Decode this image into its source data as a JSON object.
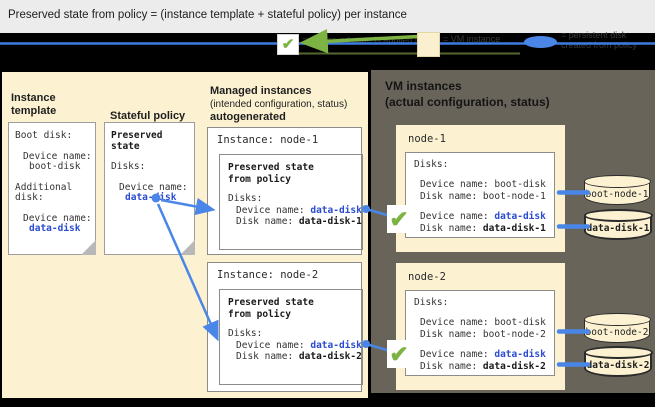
{
  "title": "Preserved state from policy = (instance template + stateful policy) per instance",
  "glyphs": {
    "check": "✔"
  },
  "legend": {
    "items": [
      {
        "icon": "check-arrow",
        "label": "= preserved state is applied to a VM"
      },
      {
        "icon": "vm-box",
        "label": "= VM instance"
      },
      {
        "icon": "disk-oval",
        "label": "= persistent disk created from policy"
      }
    ]
  },
  "instance_template": {
    "heading": "Instance template",
    "card": {
      "line1": "Boot disk:",
      "line2": "Device name:",
      "line3": "boot-disk",
      "line4": "Additional",
      "line5": "disk:",
      "line6": "Device name:",
      "line7": "data-disk"
    }
  },
  "stateful_policy": {
    "heading": "Stateful policy",
    "card": {
      "title1": "Preserved",
      "title2": "state",
      "disks_label": "Disks:",
      "device_label": "Device name:",
      "device_value": "data-disk"
    }
  },
  "managed": {
    "heading1": "Managed instances",
    "heading2": "(intended configuration, status)",
    "heading3": "autogenerated",
    "instances": [
      {
        "title": "Instance: node-1",
        "inner_title1": "Preserved state",
        "inner_title2": "from policy",
        "disks_label": "Disks:",
        "device_label": "Device name: ",
        "device_value": "data-disk",
        "disk_label": "Disk name: ",
        "disk_value": "data-disk-1"
      },
      {
        "title": "Instance: node-2",
        "inner_title1": "Preserved state",
        "inner_title2": "from policy",
        "disks_label": "Disks:",
        "device_label": "Device name: ",
        "device_value": "data-disk",
        "disk_label": "Disk name: ",
        "disk_value": "data-disk-2"
      }
    ]
  },
  "vm_panel": {
    "heading1": "VM instances",
    "heading2": "(actual configuration, status)",
    "nodes": [
      {
        "title": "node-1",
        "disks_label": "Disks:",
        "rows": [
          {
            "l": "Device name: ",
            "v": "boot-disk"
          },
          {
            "l": "Disk name: ",
            "v": "boot-node-1"
          },
          {
            "l": "Device name: ",
            "v": "data-disk"
          },
          {
            "l": "Disk name: ",
            "v": "data-disk-1"
          }
        ]
      },
      {
        "title": "node-2",
        "disks_label": "Disks:",
        "rows": [
          {
            "l": "Device name: ",
            "v": "boot-disk"
          },
          {
            "l": "Disk name: ",
            "v": "boot-node-2"
          },
          {
            "l": "Device name: ",
            "v": "data-disk"
          },
          {
            "l": "Disk name: ",
            "v": "data-disk-2"
          }
        ]
      }
    ],
    "disks": [
      {
        "label": "boot-node-1"
      },
      {
        "label": "data-disk-1"
      },
      {
        "label": "boot-node-2"
      },
      {
        "label": "data-disk-2"
      }
    ]
  },
  "colors": {
    "value_blue": "#2b4bd0",
    "connector_blue": "#4a86e8",
    "legend_line_blue": "#3d7ce0",
    "green": "#7cb342",
    "beige": "#fcf2d2",
    "panel_dark": "#696459"
  }
}
